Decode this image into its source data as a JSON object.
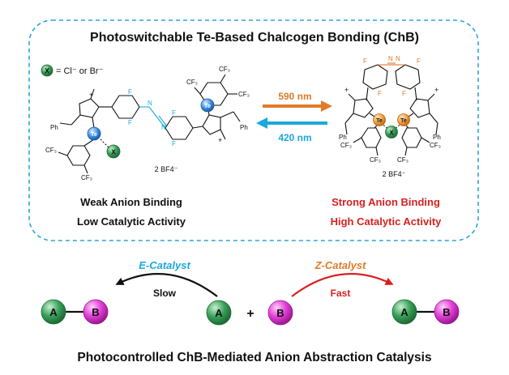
{
  "title": "Photoswitchable Te-Based Chalcogen Bonding (ChB)",
  "footer": "Photocontrolled ChB-Mediated Anion Abstraction Catalysis",
  "legend": {
    "symbol": "X",
    "text": "= Cl⁻ or Br⁻"
  },
  "switch": {
    "forward": {
      "label": "590 nm",
      "color": "#e07b2a"
    },
    "backward": {
      "label": "420 nm",
      "color": "#1ba8dc"
    }
  },
  "left_molecule": {
    "counterion": "2 BF4⁻",
    "caption_line1": "Weak Anion Binding",
    "caption_line2": "Low Catalytic Activity",
    "caption_color": "#111111",
    "labels": {
      "te": "Te",
      "x": "X",
      "cf3": "CF₃",
      "f": "F",
      "n": "N",
      "me": "N",
      "ph": "Ph",
      "plus": "+"
    }
  },
  "right_molecule": {
    "counterion": "2 BF4⁻",
    "caption_line1": "Strong Anion Binding",
    "caption_line2": "High Catalytic Activity",
    "caption_color": "#d6211f"
  },
  "reaction": {
    "e_catalyst": "E-Catalyst",
    "z_catalyst": "Z-Catalyst",
    "slow": "Slow",
    "fast": "Fast",
    "plus": "+",
    "a": "A",
    "b": "B",
    "e_color": "#1ba8dc",
    "z_color": "#e07b2a"
  },
  "colors": {
    "box_border": "#2aa7d6",
    "te_fill": "#3d8fe0",
    "te_fill_z": "#f0a244",
    "x_fill": "#3aa05a",
    "a_fill": "#2f8f4a",
    "b_fill": "#e23fd6",
    "azo_left": "#1ba8dc",
    "azo_right": "#e07b2a",
    "arc_slow": "#111111",
    "arc_fast": "#d6211f"
  }
}
